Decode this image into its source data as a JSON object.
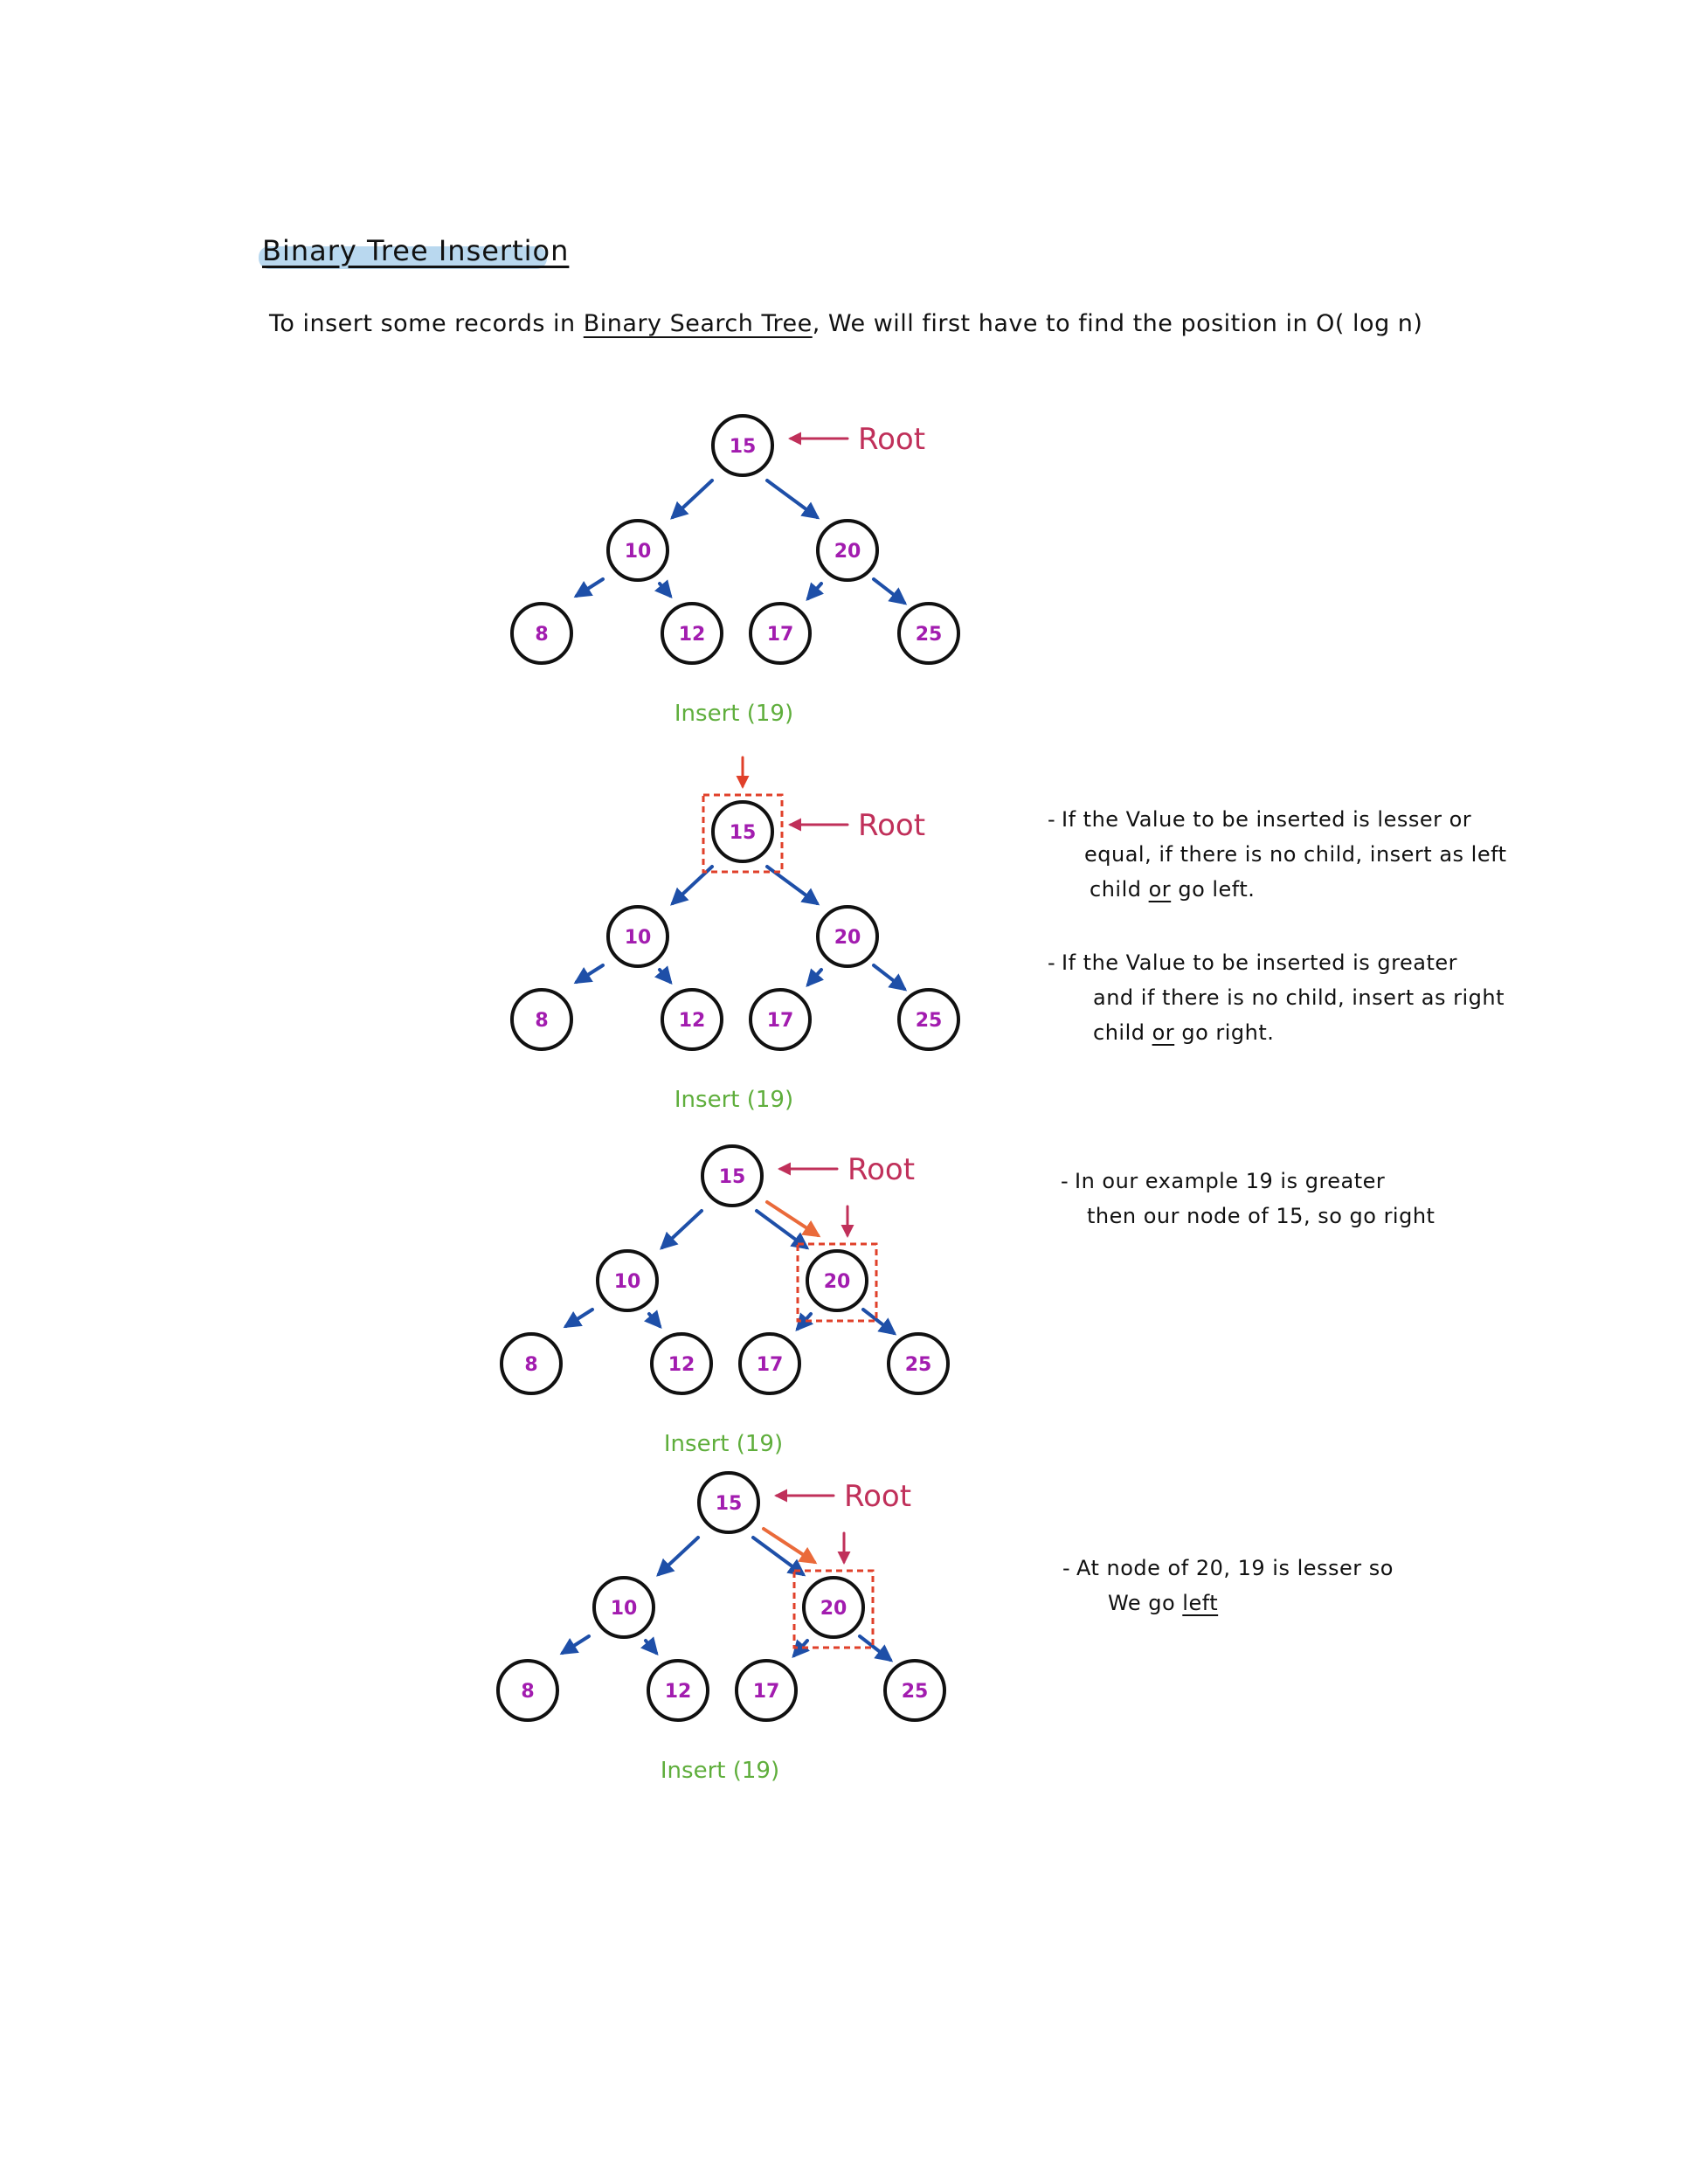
{
  "title": "Binary Tree Insertion",
  "intro": {
    "before": "To insert some records in",
    "term": "Binary Search Tree",
    "after": ", We will first have to find the position in O( log n)"
  },
  "root_label": "Root",
  "insert_label": "Insert (19)",
  "tree": {
    "root": "15",
    "left": "10",
    "right": "20",
    "left_left": "8",
    "left_right": "12",
    "right_left": "17",
    "right_right": "25"
  },
  "notes": {
    "rule_lesser": {
      "line1": "If the Value to be inserted is lesser or",
      "line2": "equal, if there is no child, insert as left",
      "line3_a": "child",
      "line3_or": "or",
      "line3_b": "go left."
    },
    "rule_greater": {
      "line1": "If the Value to be inserted is greater",
      "line2": "and if there is no child, insert as right",
      "line3_a": "child",
      "line3_or": "or",
      "line3_b": "go right."
    },
    "example": {
      "line1": "In our example 19 is greater",
      "line2": "then our node of 15, so go right"
    },
    "node20": {
      "line1": "At node of 20, 19 is lesser so",
      "line2_a": "We go",
      "line2_b": "left"
    }
  },
  "colors": {
    "node_text": "#a21caf",
    "blue_arrow": "#1e4fa8",
    "root_label": "#c0305a",
    "insert_label": "#5fae3c",
    "highlight_box": "#e0402a",
    "orange_arrow": "#ea6a3a",
    "title_highlight": "#b9d8ef"
  }
}
